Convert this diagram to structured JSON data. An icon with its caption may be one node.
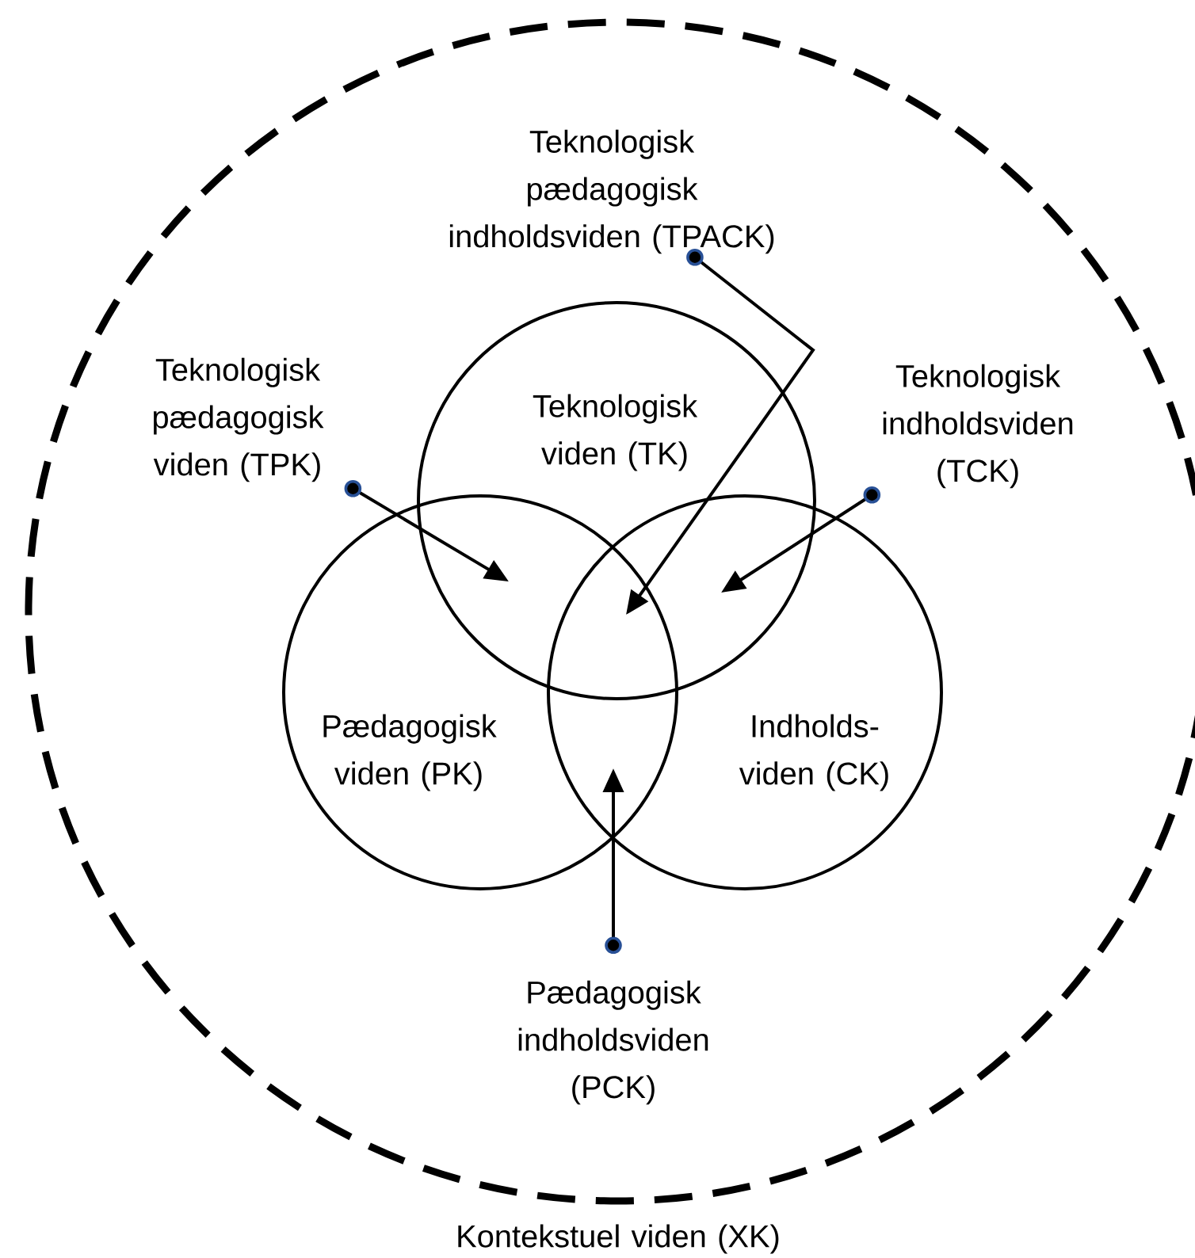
{
  "diagram": {
    "nodes": [
      {
        "text": [
          "Kontekstuel viden (XK)"
        ]
      },
      {
        "text": [
          "Teknologisk viden (TK)"
        ],
        "in": 0
      },
      {
        "text": [
          "Pædagogisk viden (PK)"
        ],
        "in": 0
      },
      {
        "text": [
          "Indholds- viden (CK)"
        ],
        "in": 0
      },
      {
        "text": [
          "Teknologisk pædagogisk indholdsviden (TPACK)"
        ],
        "in": 0
      },
      {
        "text": [
          "Teknologisk pædagogisk viden (TPK)"
        ],
        "in": 0
      },
      {
        "text": [
          "Teknologisk indholdsviden (TCK)"
        ],
        "in": 0
      },
      {
        "text": [
          "Pædagogisk indholdsviden (PCK)"
        ],
        "in": 0
      }
    ],
    "edges": [
      {
        "from": 4,
        "to": 2,
        "arrow": "to"
      },
      {
        "from": 5,
        "to": 2,
        "arrow": "to"
      },
      {
        "from": 6,
        "to": 3,
        "arrow": "to"
      },
      {
        "from": 7,
        "to": 2,
        "arrow": "to"
      }
    ]
  }
}
